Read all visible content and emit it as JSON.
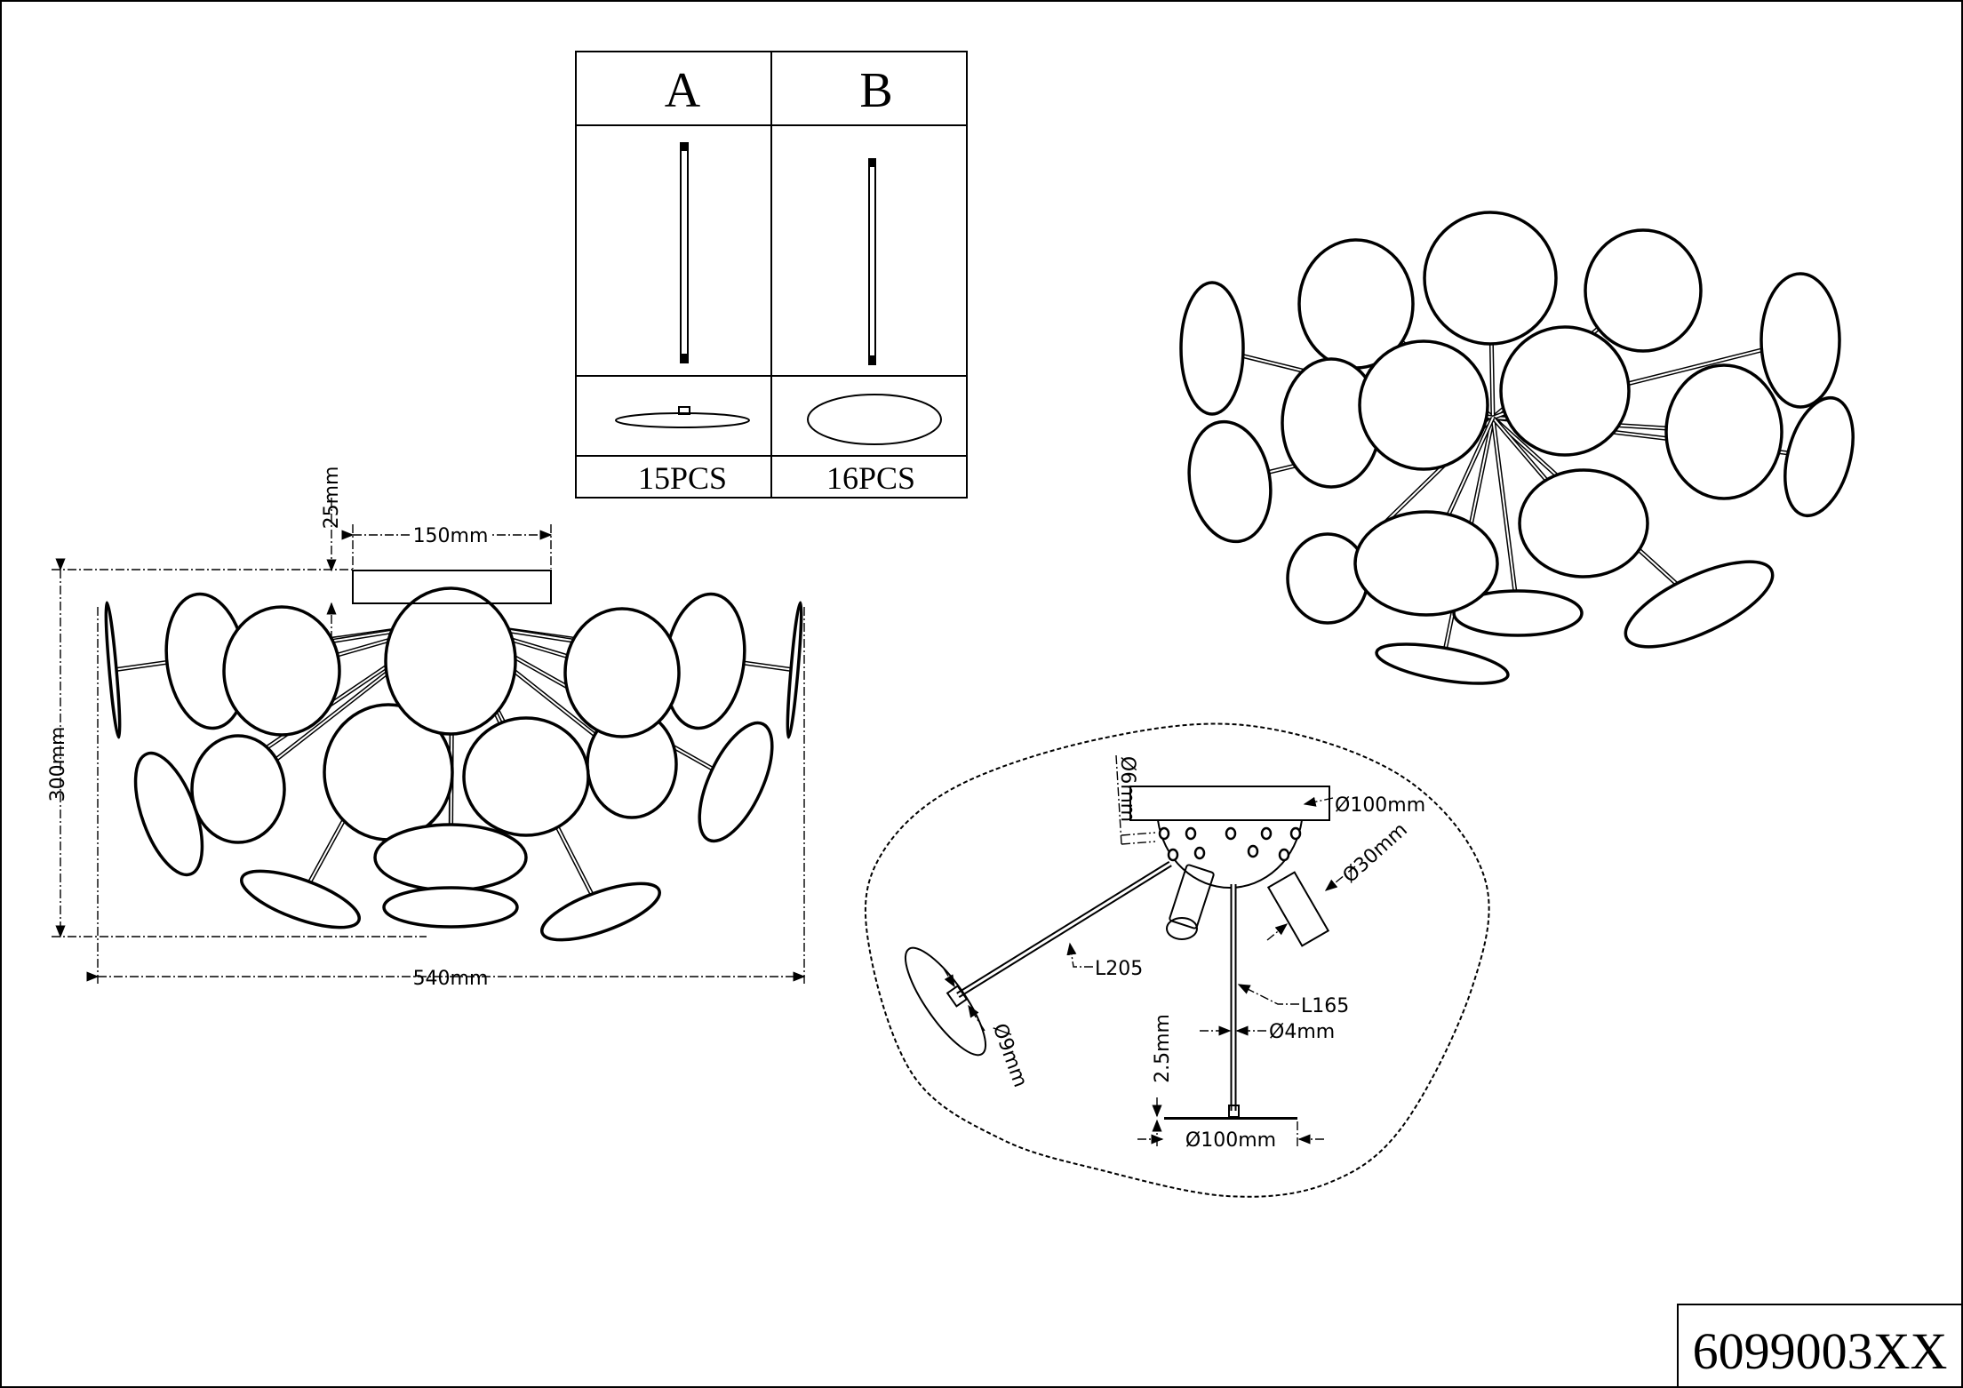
{
  "parts_table": {
    "columns": [
      {
        "label": "A",
        "quantity": "15PCS"
      },
      {
        "label": "B",
        "quantity": "16PCS"
      }
    ]
  },
  "front_view": {
    "canopy_height": "25mm",
    "canopy_width": "150mm",
    "overall_height": "300mm",
    "overall_width": "540mm"
  },
  "detail_view": {
    "rod_end_diameter": "Ø6mm",
    "canopy_diameter": "Ø100mm",
    "spot_diameter": "Ø30mm",
    "long_rod_length": "L205",
    "short_rod_length": "L165",
    "rod_diameter": "Ø4mm",
    "disc_thickness": "2.5mm",
    "disc_diameter": "Ø100mm",
    "disc_hole_diameter": "Ø9mm"
  },
  "title_block": {
    "part_number": "6099003XX"
  }
}
